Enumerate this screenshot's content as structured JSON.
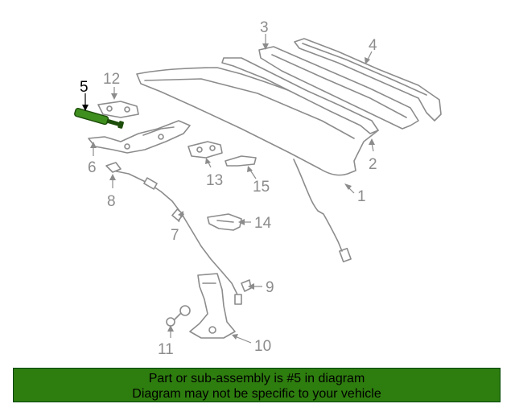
{
  "diagram": {
    "callouts": [
      {
        "id": "1",
        "label": "1"
      },
      {
        "id": "2",
        "label": "2"
      },
      {
        "id": "3",
        "label": "3"
      },
      {
        "id": "4",
        "label": "4"
      },
      {
        "id": "5",
        "label": "5"
      },
      {
        "id": "6",
        "label": "6"
      },
      {
        "id": "7",
        "label": "7"
      },
      {
        "id": "8",
        "label": "8"
      },
      {
        "id": "9",
        "label": "9"
      },
      {
        "id": "10",
        "label": "10"
      },
      {
        "id": "11",
        "label": "11"
      },
      {
        "id": "12",
        "label": "12"
      },
      {
        "id": "13",
        "label": "13"
      },
      {
        "id": "14",
        "label": "14"
      },
      {
        "id": "15",
        "label": "15"
      }
    ],
    "highlighted_part": "5"
  },
  "banner": {
    "line1": "Part or sub-assembly is #5 in diagram",
    "line2": "Diagram may not be specific to your vehicle",
    "background_color": "#2e7d0f"
  },
  "colors": {
    "line_art": "#8c8c8c",
    "highlight_part": "#3f8f1f",
    "highlight_callout": "#000000"
  }
}
